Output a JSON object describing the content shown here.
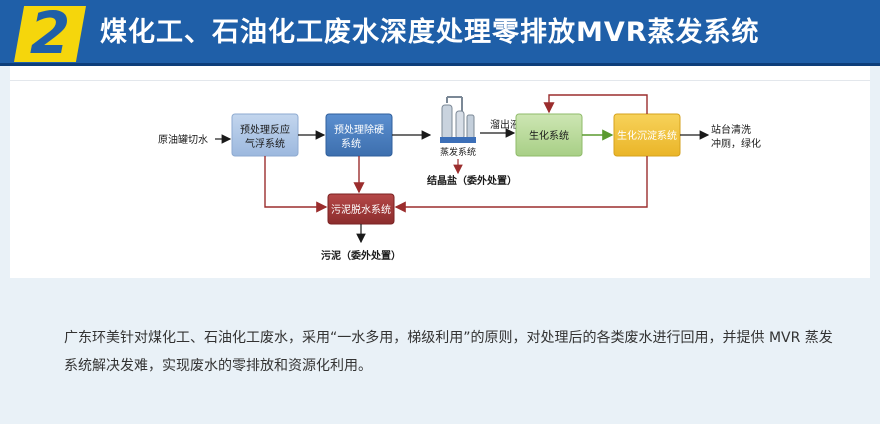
{
  "header": {
    "badge_number": "2",
    "title": "煤化工、石油化工废水深度处理零排放MVR蒸发系统"
  },
  "diagram": {
    "nodes": {
      "source": "原油罐切水",
      "pretreat": [
        "预处理反应",
        "气浮系统"
      ],
      "hardness": [
        "预处理除硬",
        "系统"
      ],
      "evap_label": "蒸发系统",
      "salt": "结晶盐（委外处置）",
      "overflow": "溜出液",
      "bio": "生化系统",
      "sediment": "生化沉淀系统",
      "reuse": [
        "站台清洗",
        "冲厕，绿化"
      ],
      "sludge_sys": "污泥脱水系统",
      "sludge": "污泥（委外处置）"
    },
    "colors": {
      "blue_box": "#4a7fc1",
      "blue_light_box": "#a9c3e4",
      "green_box": "#b8d99a",
      "yellow_box": "#f2c233",
      "red_box": "#a33a3a",
      "arrow_black": "#1a1a1a",
      "arrow_green": "#5a9a2e",
      "arrow_red": "#9b2d2d"
    }
  },
  "description": {
    "text": "广东环美针对煤化工、石油化工废水，采用“一水多用，梯级利用”的原则，对处理后的各类废水进行回用，并提供 MVR 蒸发系统解决发难，实现废水的零排放和资源化利用。"
  }
}
